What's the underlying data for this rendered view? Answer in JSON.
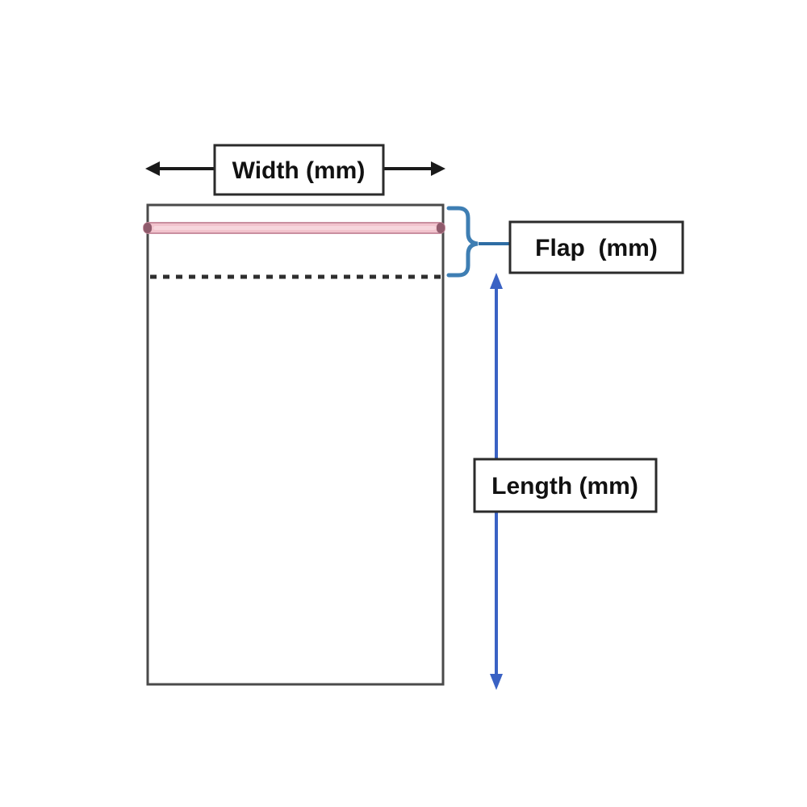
{
  "diagram": {
    "type": "bag-dimension-diagram",
    "labels": {
      "width": "Width (mm)",
      "flap": "Flap  (mm)",
      "length": "Length (mm)"
    },
    "colors": {
      "background": "#ffffff",
      "bag_outline": "#4a4a4a",
      "bag_fill": "#ffffff",
      "label_box_border": "#2b2b2b",
      "label_box_fill": "#ffffff",
      "label_text": "#111111",
      "width_arrow": "#1a1a1a",
      "fold_dotted_line": "#2e2e2e",
      "adhesive_strip_fill": "#f2c3cd",
      "adhesive_strip_highlight": "#f7d6dd",
      "adhesive_strip_border": "#c98fa0",
      "adhesive_strip_cap": "#8f5b6c",
      "flap_brace": "#3e7eb3",
      "flap_connector": "#2e6da4",
      "length_arrow": "#3a62c4"
    }
  }
}
